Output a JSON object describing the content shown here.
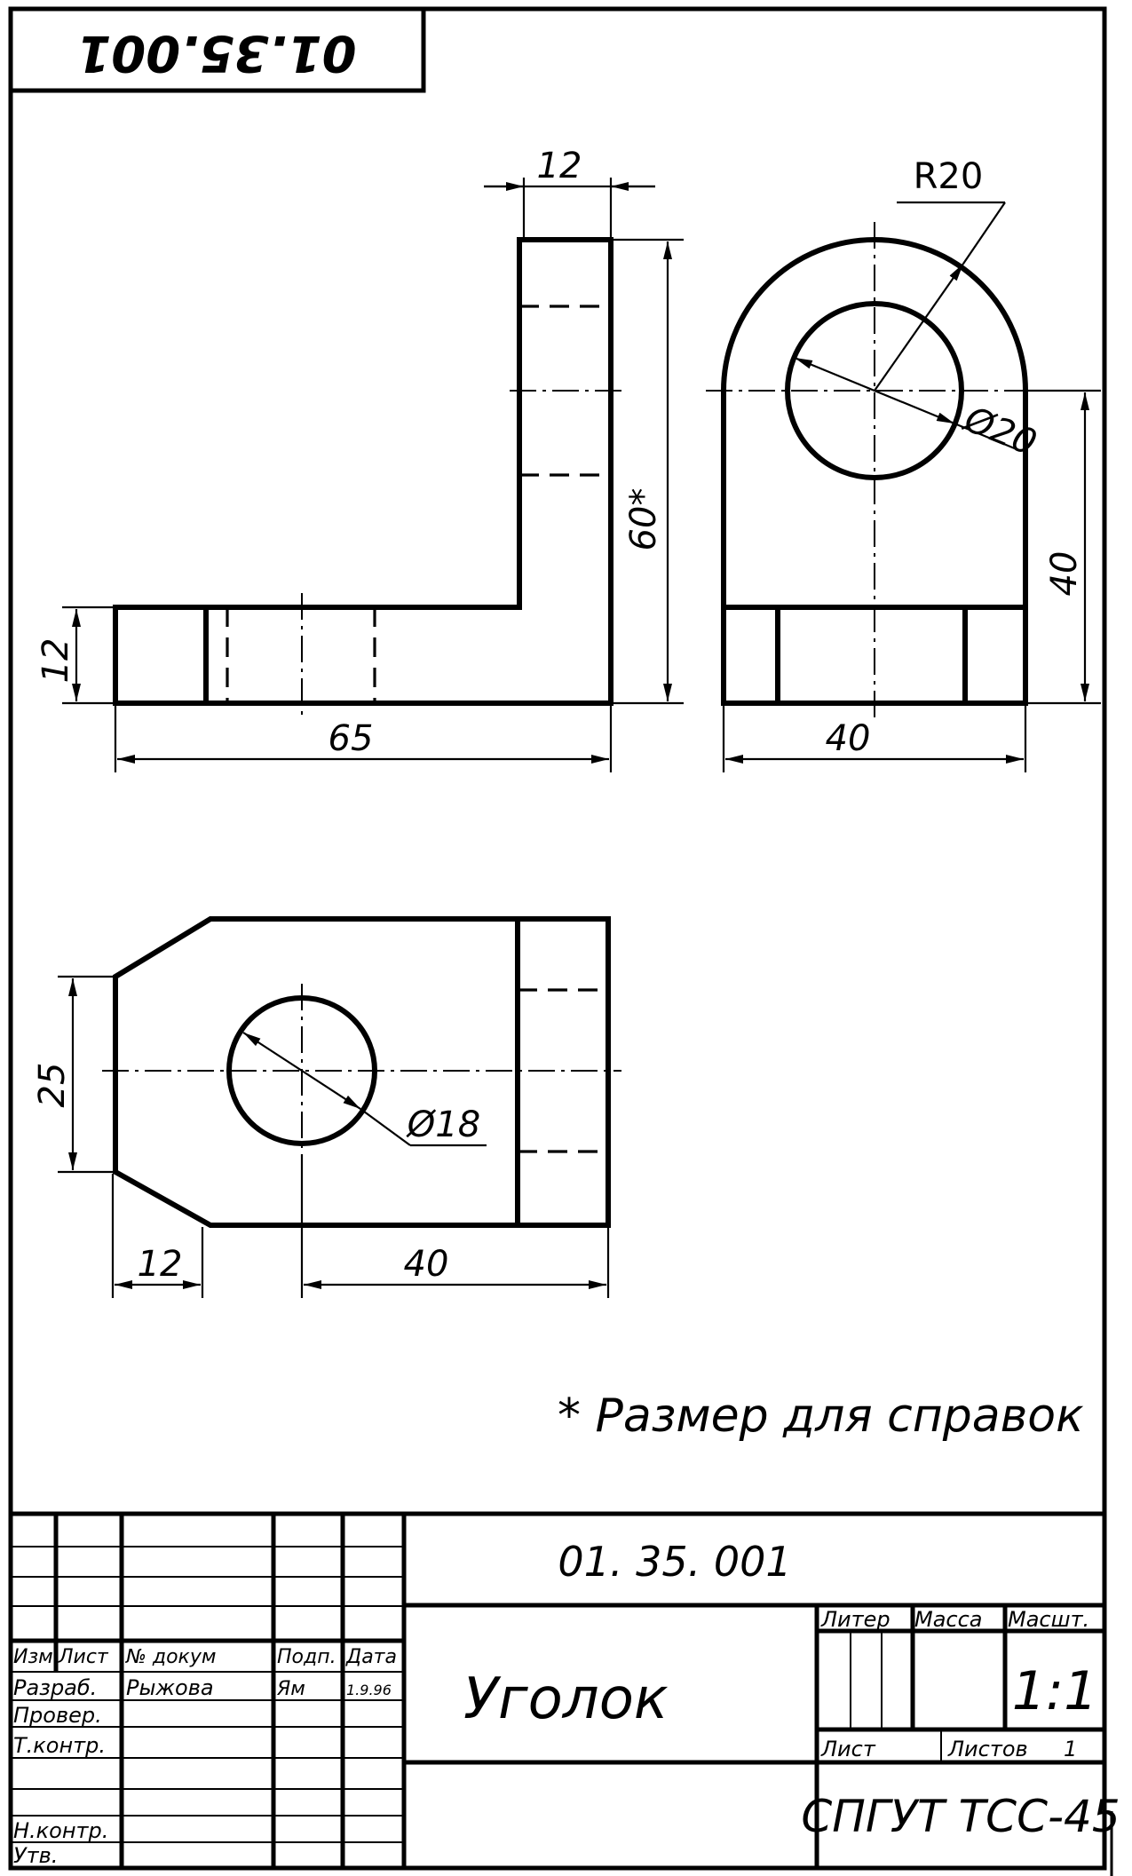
{
  "drawing": {
    "code_corner": "01.35.001",
    "note": "* Размер  для справок",
    "dimensions": {
      "front_top_width": "12",
      "front_height": "60*",
      "front_base_height": "12",
      "front_length": "65",
      "side_radius": "R20",
      "side_hole_diameter": "Ø20",
      "side_hole_height": "40",
      "side_width": "40",
      "top_chamfer_height": "25",
      "top_hole_diameter": "Ø18",
      "top_chamfer_length": "12",
      "top_hole_distance": "40"
    }
  },
  "title_block": {
    "code": "01. 35. 001",
    "name": "Уголок",
    "headers": {
      "izm": "Изм",
      "list": "Лист",
      "doc": "№ докум",
      "sign": "Подп.",
      "date": "Дата"
    },
    "roles": {
      "razrab": "Разраб.",
      "prover": "Провер.",
      "tkontr": "Т.контр.",
      "nkontr": "Н.контр.",
      "utv": "Утв."
    },
    "developer_name": "Рыжова",
    "developer_sign": "Ям",
    "developer_date": "1.9.96",
    "liter_label": "Литер",
    "mass_label": "Масса",
    "scale_label": "Масшт.",
    "scale_value": "1:1",
    "sheet_label": "Лист",
    "sheets_label": "Листов",
    "sheets_value": "1",
    "organization": "СПГУТ ТСС-45"
  }
}
